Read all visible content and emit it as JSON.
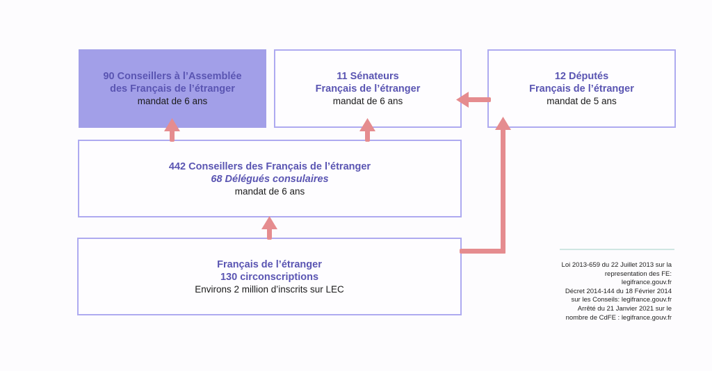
{
  "boxes": {
    "assemblee": {
      "title_lines": [
        "90 Conseillers à l’Assemblée",
        "des Français de l’étranger"
      ],
      "subtitle": "mandat de 6 ans"
    },
    "senateurs": {
      "title_lines": [
        "11 Sénateurs",
        "Français de l’étranger"
      ],
      "subtitle": "mandat de 6 ans"
    },
    "deputes": {
      "title_lines": [
        "12 Députés",
        "Français de l’étranger"
      ],
      "subtitle": "mandat de 5 ans"
    },
    "conseillers": {
      "title": "442 Conseillers des Français de l’étranger",
      "italic_title": "68 Délégués consulaires",
      "subtitle": "mandat de 6 ans"
    },
    "francais": {
      "title_lines": [
        "Français de l’étranger",
        "130 circonscriptions"
      ],
      "subtitle": "Environs 2 million d’inscrits sur LEC"
    }
  },
  "note": {
    "lines": [
      "Loi 2013-659 du 22 Juillet 2013 sur la",
      "representation des FE:",
      "legifrance.gouv.fr",
      "Décret 2014-144 du 18 Février 2014",
      "sur les Conseils: legifrance.gouv.fr",
      "Arrêté du 21 Janvier 2021 sur le",
      "nombre de CdFE :  legifrance.gouv.fr"
    ]
  },
  "colors": {
    "accent_text": "#5a55b2",
    "box_border": "#aeaaf0",
    "box_fill_highlight": "#a29fe8",
    "arrow": "#e58c8f"
  }
}
